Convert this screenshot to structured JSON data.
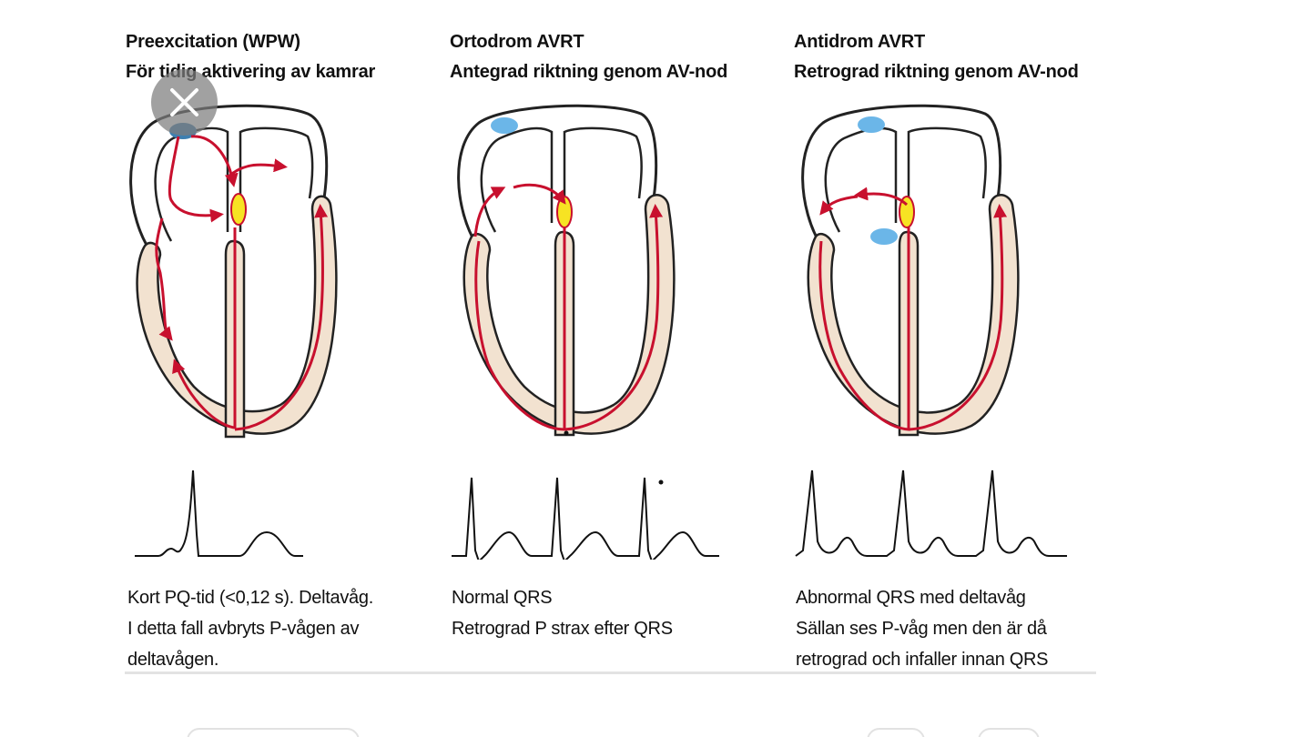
{
  "panels": [
    {
      "title_line1": "Preexcitation (WPW)",
      "title_line2": "För tidig aktivering av kamrar",
      "caption": [
        "Kort PQ-tid (<0,12 s). Deltavåg.",
        "I detta fall avbryts P-vågen av",
        "deltavågen."
      ]
    },
    {
      "title_line1": "Ortodrom AVRT",
      "title_line2": "Antegrad riktning genom AV-nod",
      "caption": [
        "Normal QRS",
        "Retrograd P strax efter QRS"
      ]
    },
    {
      "title_line1": "Antidrom AVRT",
      "title_line2": "Retrograd riktning genom AV-nod",
      "caption": [
        "Abnormal QRS med deltavåg",
        "Sällan ses P-våg men den är då",
        "retrograd och infaller innan QRS"
      ]
    }
  ],
  "overlay": {
    "close_icon": "close-x-icon"
  },
  "colors": {
    "muscle": "#f2e2d0",
    "conduction": "#c8102e",
    "sa_node": "#6bb6e8",
    "av_node": "#f7e323"
  }
}
